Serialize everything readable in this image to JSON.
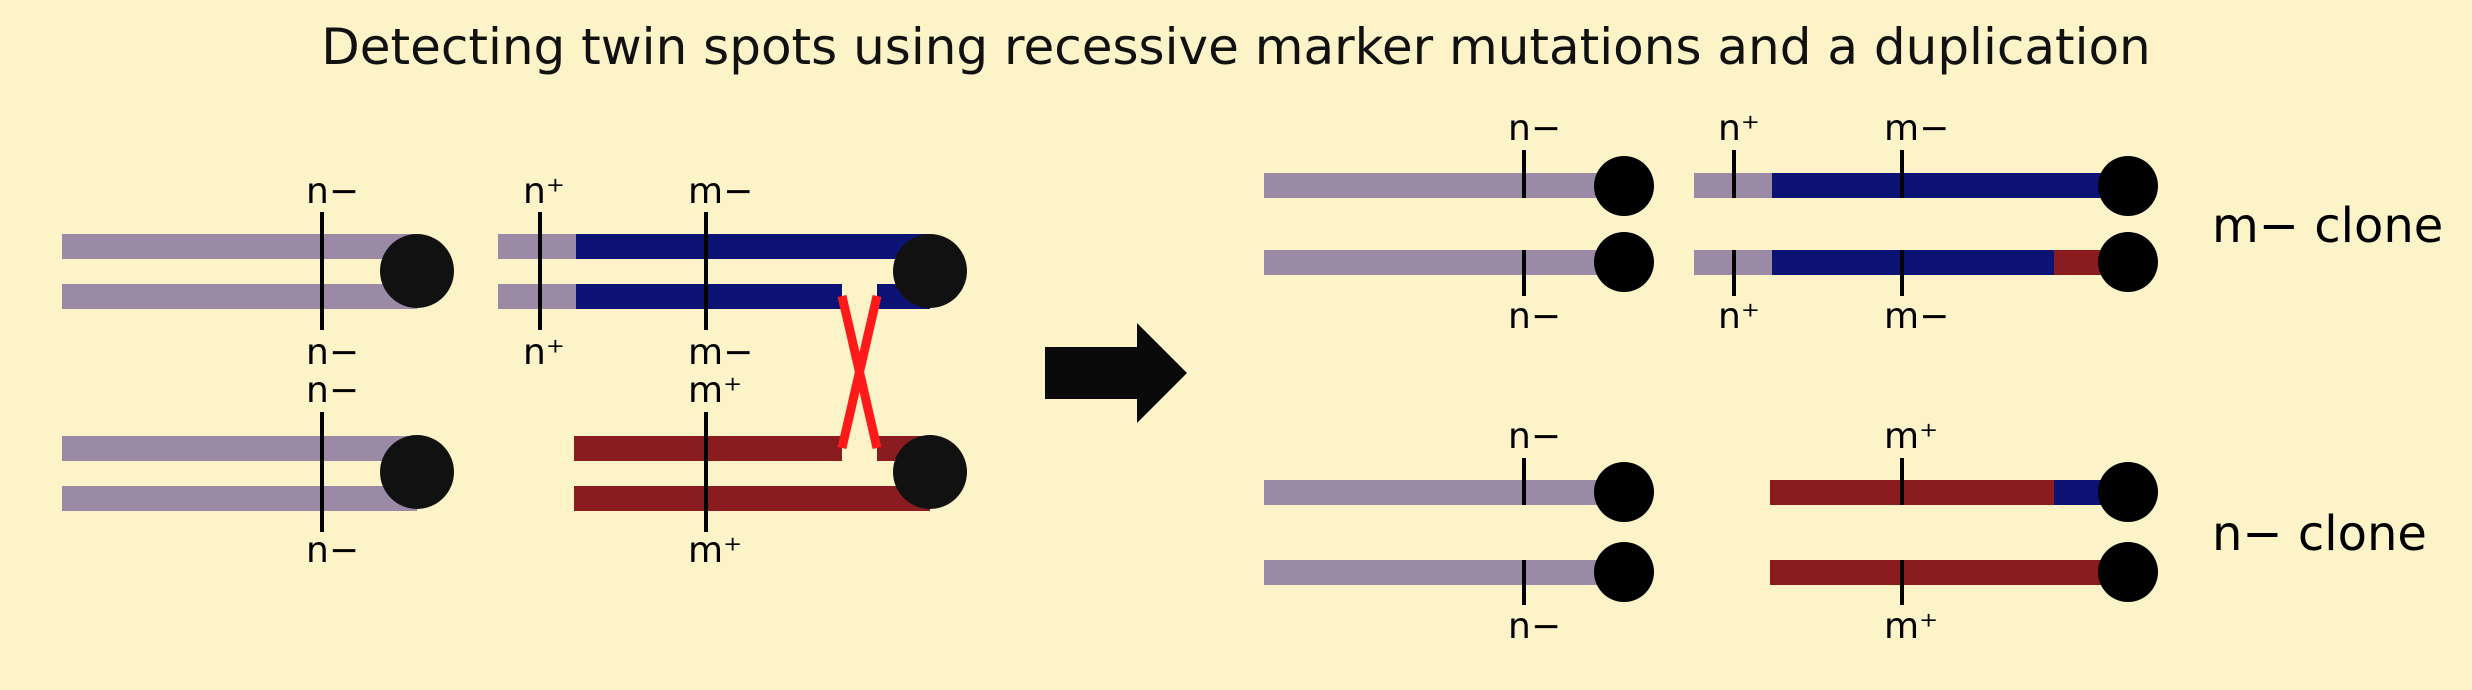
{
  "title": "Detecting twin spots using recessive marker mutations and a duplication",
  "colors": {
    "background": "#fdf3c8",
    "duplication": "#9a8aa6",
    "blue_chromosome": "#0c1374",
    "red_chromosome": "#8a1c20",
    "crossover": "#ff1a1a",
    "centromere": "#111111"
  },
  "labels": {
    "n_minus": "n−",
    "n_plus": "n⁺",
    "m_minus": "m−",
    "m_plus": "m⁺"
  },
  "clones": {
    "top": "m− clone",
    "bottom": "n− clone"
  },
  "arrow_icon": "right-arrow-icon"
}
